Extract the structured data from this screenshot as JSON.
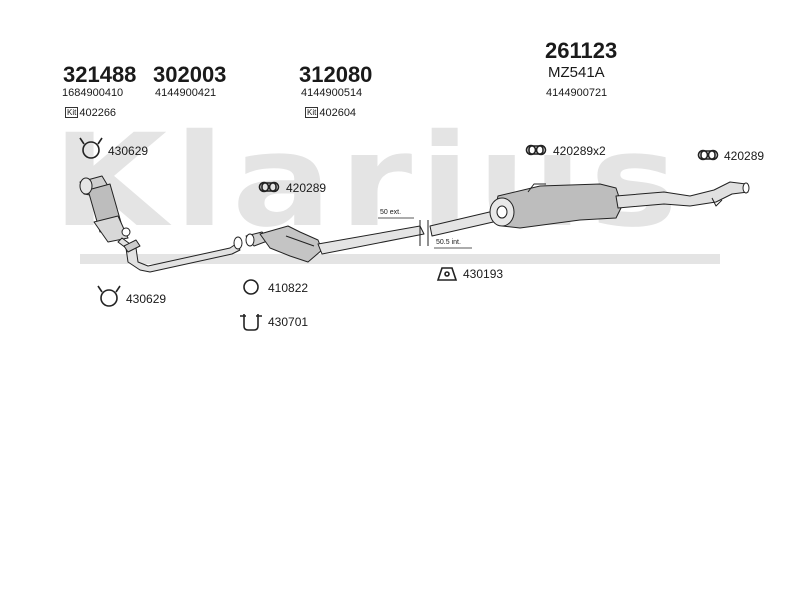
{
  "watermark": "Klarius",
  "groups": [
    {
      "id": "g1",
      "part": "321488",
      "oem": "1684900410",
      "kit_label": "Kit",
      "kit": "402266"
    },
    {
      "id": "g2",
      "part": "302003",
      "oem": "4144900421"
    },
    {
      "id": "g3",
      "part": "312080",
      "oem": "4144900514",
      "kit_label": "Kit",
      "kit": "402604"
    },
    {
      "id": "g4",
      "part": "261123",
      "alt": "MZ541A",
      "oem": "4144900721"
    }
  ],
  "fittings": [
    {
      "id": "f1",
      "code": "430629",
      "icon": "clamp-ring-icon"
    },
    {
      "id": "f2",
      "code": "420289",
      "icon": "rubber-mount-icon"
    },
    {
      "id": "f3",
      "code": "430629",
      "icon": "clamp-ring-icon"
    },
    {
      "id": "f4",
      "code": "410822",
      "icon": "gasket-ring-icon"
    },
    {
      "id": "f5",
      "code": "430701",
      "icon": "u-clamp-icon"
    },
    {
      "id": "f6",
      "code": "430193",
      "icon": "hanger-bracket-icon"
    },
    {
      "id": "f7",
      "code": "420289x2",
      "icon": "rubber-mount-icon"
    },
    {
      "id": "f8",
      "code": "420289",
      "icon": "rubber-mount-icon"
    }
  ],
  "dimensions": {
    "ext": "50 ext.",
    "int": "50.5 int."
  }
}
